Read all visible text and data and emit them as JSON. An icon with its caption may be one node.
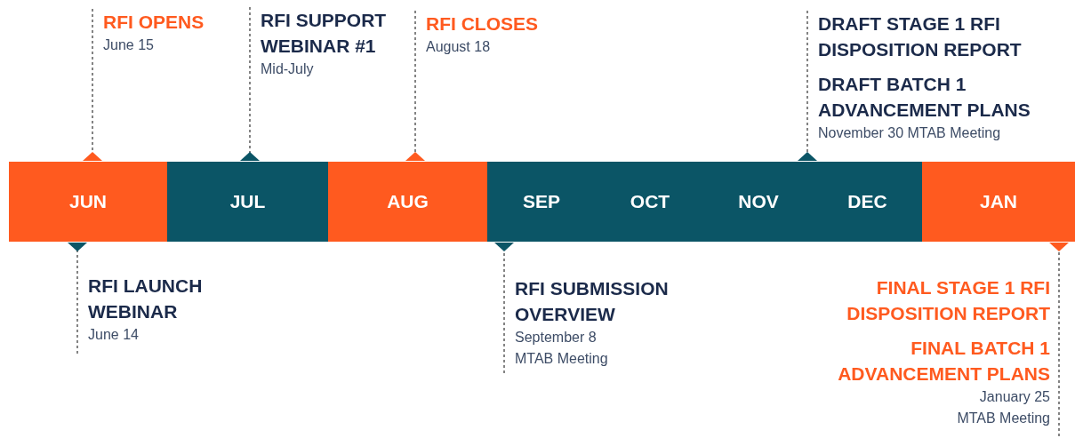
{
  "diagram": {
    "nodes": [
      {
        "text": [
          "JUN"
        ]
      },
      {
        "text": [
          "JUL"
        ]
      },
      {
        "text": [
          "AUG"
        ]
      },
      {
        "text": [
          "SEP"
        ]
      },
      {
        "text": [
          "OCT"
        ]
      },
      {
        "text": [
          "NOV"
        ]
      },
      {
        "text": [
          "DEC"
        ]
      },
      {
        "text": [
          "JAN"
        ]
      },
      {
        "text": [
          "RFI OPENS",
          "June 15"
        ]
      },
      {
        "text": [
          "RFI SUPPORT WEBINAR #1",
          "Mid-July"
        ]
      },
      {
        "text": [
          "RFI CLOSES",
          "August 18"
        ]
      },
      {
        "text": [
          "DRAFT STAGE 1 RFI DISPOSITION REPORT",
          "DRAFT BATCH 1 ADVANCEMENT PLANS",
          "November 30 MTAB Meeting"
        ]
      },
      {
        "text": [
          "RFI LAUNCH WEBINAR",
          "June 14"
        ]
      },
      {
        "text": [
          "RFI SUBMISSION OVERVIEW",
          "September 8 MTAB Meeting"
        ]
      },
      {
        "text": [
          "FINAL STAGE 1 RFI DISPOSITION REPORT",
          "FINAL BATCH 1 ADVANCEMENT PLANS",
          "January 25 MTAB Meeting"
        ]
      }
    ],
    "edges": [
      {
        "from": 8,
        "to": 0,
        "arrow": "other",
        "style": "dashed"
      },
      {
        "from": 9,
        "to": 1,
        "arrow": "other",
        "style": "dashed"
      },
      {
        "from": 10,
        "to": 2,
        "arrow": "other",
        "style": "dashed"
      },
      {
        "from": 11,
        "to": 5,
        "arrow": "other",
        "style": "dashed"
      },
      {
        "from": 12,
        "to": 0,
        "arrow": "other",
        "style": "dashed"
      },
      {
        "from": 13,
        "to": 3,
        "arrow": "other",
        "style": "dashed"
      },
      {
        "from": 14,
        "to": 7,
        "arrow": "other",
        "style": "dashed"
      }
    ]
  }
}
